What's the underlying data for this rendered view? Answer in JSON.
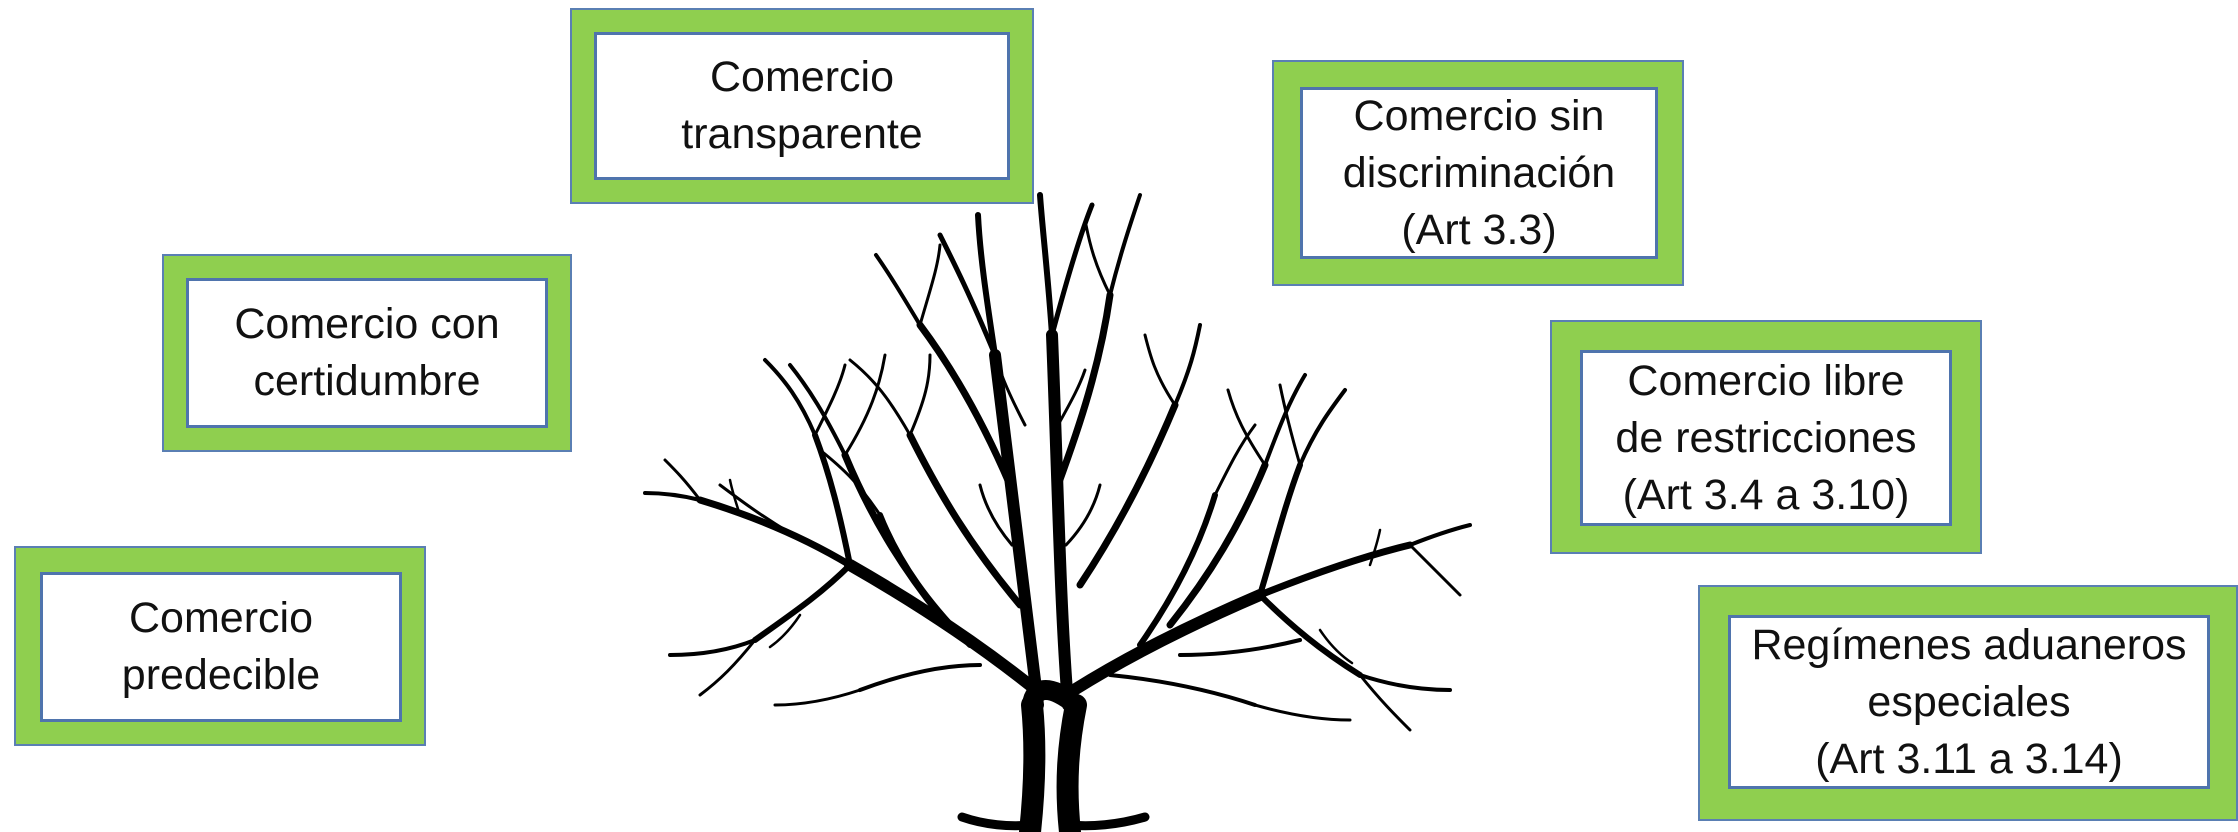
{
  "boxes": {
    "transparente": {
      "lines": [
        "Comercio",
        "transparente"
      ]
    },
    "discriminacion": {
      "lines": [
        "Comercio sin",
        "discriminación",
        "(Art 3.3)"
      ]
    },
    "certidumbre": {
      "lines": [
        "Comercio con",
        "certidumbre"
      ]
    },
    "libre": {
      "lines": [
        "Comercio libre",
        "de restricciones",
        "(Art 3.4 a 3.10)"
      ]
    },
    "predecible": {
      "lines": [
        "Comercio",
        "predecible"
      ]
    },
    "regimenes": {
      "lines": [
        "Regímenes aduaneros",
        "especiales",
        "(Art 3.11 a 3.14)"
      ]
    }
  },
  "colors": {
    "frame_fill": "#8fcf4f",
    "frame_border": "#4f74ad",
    "inner_fill": "#ffffff",
    "text": "#111111",
    "tree": "#000000"
  },
  "icons": {
    "tree": "bare-tree-illustration"
  }
}
